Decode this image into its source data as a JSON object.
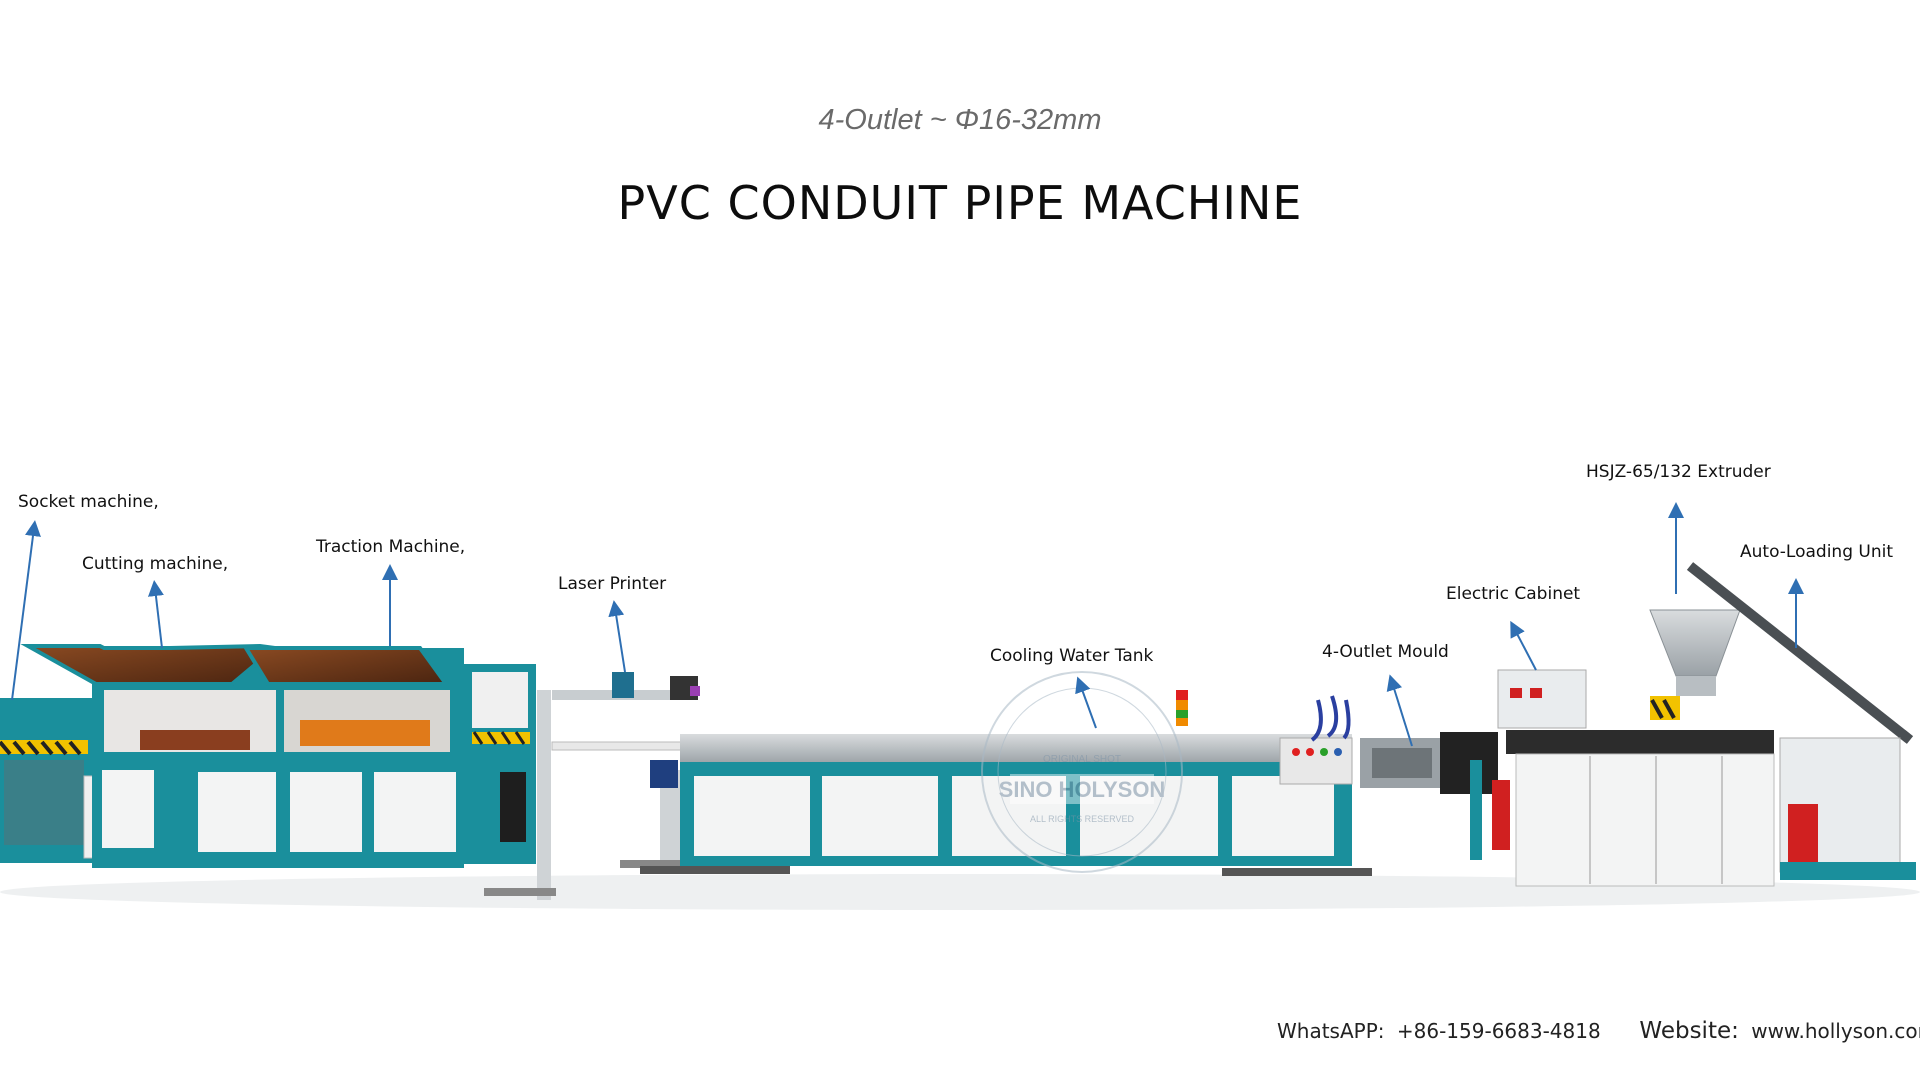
{
  "header": {
    "subtitle": "4-Outlet ~ Φ16-32mm",
    "title": "PVC CONDUIT PIPE MACHINE"
  },
  "labels": {
    "socket": "Socket machine,",
    "cutting": "Cutting machine,",
    "traction": "Traction Machine,",
    "laser": "Laser Printer",
    "cooling": "Cooling Water Tank",
    "mould": "4-Outlet Mould",
    "cabinet": "Electric Cabinet",
    "extruder": "HSJZ-65/132 Extruder",
    "loader": "Auto-Loading Unit"
  },
  "watermark": {
    "brand": "SINO HOLYSON",
    "top_text": "ORIGINAL SHOT",
    "bottom_text": "ALL RIGHTS RESERVED"
  },
  "footer": {
    "whatsapp_label": "WhatsAPP:",
    "whatsapp_value": "+86-159-6683-4818",
    "website_label": "Website:",
    "website_value": "www.hollyson.com"
  },
  "colors": {
    "frame_teal": "#1a8f9c",
    "panel_white": "#f3f4f4",
    "arrow_blue": "#2f6fb3",
    "glass_brown": "#6b3a1f",
    "hazard_yellow": "#f2c200"
  }
}
